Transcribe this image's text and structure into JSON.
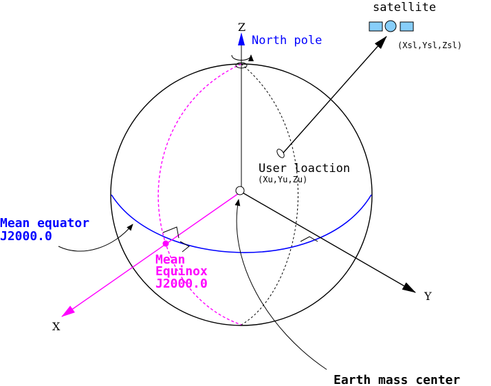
{
  "labels": {
    "z_axis": "Z",
    "y_axis": "Y",
    "x_axis": "X",
    "north_pole": "North pole",
    "satellite": "satellite",
    "satellite_coords": "(Xsl,Ysl,Zsl)",
    "user_location": "User loaction",
    "user_coords": "(Xu,Yu,Zu)",
    "mean_equator_line1": "Mean equator",
    "mean_equator_line2": "J2000.0",
    "mean_equinox_line1": "Mean",
    "mean_equinox_line2": "Equinox",
    "mean_equinox_line3": "J2000.0",
    "earth_mass_center": "Earth mass center"
  },
  "colors": {
    "blue": "#0000ff",
    "magenta": "#ff00ff",
    "satellite_fill": "#87cefa",
    "black": "#000000"
  }
}
